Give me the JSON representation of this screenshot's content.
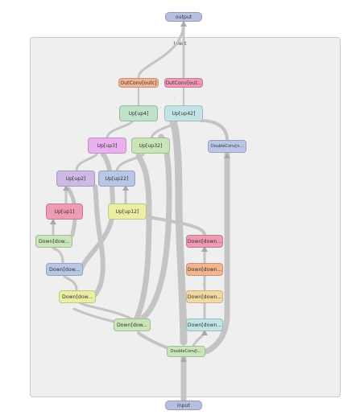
{
  "graph": {
    "title": "UNet",
    "output": {
      "label": "output",
      "color": "#b6bfe0"
    },
    "input": {
      "label": "input",
      "color": "#b6bfe0"
    },
    "nodes": {
      "outc": {
        "label": "OutConv[outc]",
        "color": "#f2b58f"
      },
      "outc2": {
        "label": "OutConv[out...",
        "color": "#f29ab5"
      },
      "up4": {
        "label": "Up[up4]",
        "color": "#bfe3c9"
      },
      "up42": {
        "label": "Up[up42]",
        "color": "#c3e4e6"
      },
      "up3": {
        "label": "Up[up3]",
        "color": "#ebb0ef"
      },
      "up32": {
        "label": "Up[up32]",
        "color": "#c9e6b8"
      },
      "dconv_r": {
        "label": "DoubleConv[n...",
        "color": "#b9c6e6"
      },
      "up2": {
        "label": "Up[up2]",
        "color": "#cdbbe6"
      },
      "up22": {
        "label": "Up[up22]",
        "color": "#b9c6e6"
      },
      "up1": {
        "label": "Up[up1]",
        "color": "#f09ab3"
      },
      "up12": {
        "label": "Up[up12]",
        "color": "#ecefa3"
      },
      "down_l1": {
        "label": "Down[dow...",
        "color": "#c8e6b9"
      },
      "down_l2": {
        "label": "Down[dow...",
        "color": "#b9c6e6"
      },
      "down_l3": {
        "label": "Down[dow...",
        "color": "#ecefa3"
      },
      "down_l4": {
        "label": "Down[dow...",
        "color": "#c8e6b9"
      },
      "down_r1": {
        "label": "Down[down...",
        "color": "#f09ab3"
      },
      "down_r2": {
        "label": "Down[down...",
        "color": "#f2b58f"
      },
      "down_r3": {
        "label": "Down[down...",
        "color": "#f2d9a3"
      },
      "down_r4": {
        "label": "Down[down...",
        "color": "#c3e4e6"
      },
      "dconv_in": {
        "label": "DoubleConv[i...",
        "color": "#c8e6b9"
      }
    }
  }
}
